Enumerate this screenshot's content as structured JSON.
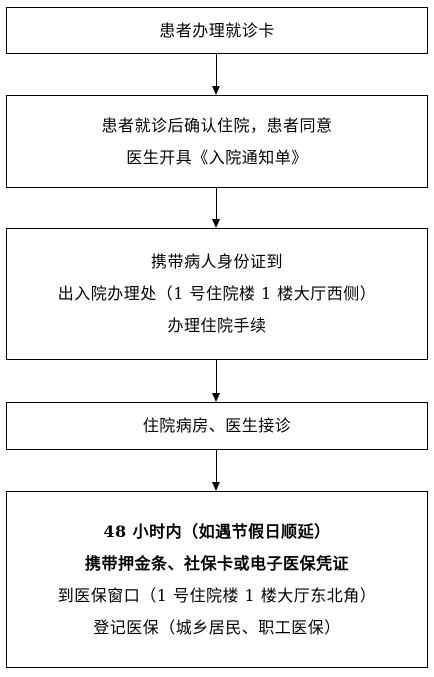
{
  "steps": [
    {
      "lines": [
        {
          "text": "患者办理就诊卡",
          "bold": false
        }
      ]
    },
    {
      "lines": [
        {
          "text": "患者就诊后确认住院，患者同意",
          "bold": false
        },
        {
          "text": "医生开具《入院通知单》",
          "bold": false
        }
      ]
    },
    {
      "lines": [
        {
          "text": "携带病人身份证到",
          "bold": false
        },
        {
          "text": "出入院办理处（1 号住院楼 1 楼大厅西侧）",
          "bold": false
        },
        {
          "text": "办理住院手续",
          "bold": false
        }
      ]
    },
    {
      "lines": [
        {
          "text": "住院病房、医生接诊",
          "bold": false
        }
      ]
    },
    {
      "lines": [
        {
          "text": "48 小时内（如遇节假日顺延）",
          "bold": true
        },
        {
          "text": "携带押金条、社保卡或电子医保凭证",
          "bold": true
        },
        {
          "text": "到医保窗口（1 号住院楼 1 楼大厅东北角）",
          "bold": false
        },
        {
          "text": "登记医保（城乡居民、职工医保）",
          "bold": false
        }
      ]
    }
  ]
}
